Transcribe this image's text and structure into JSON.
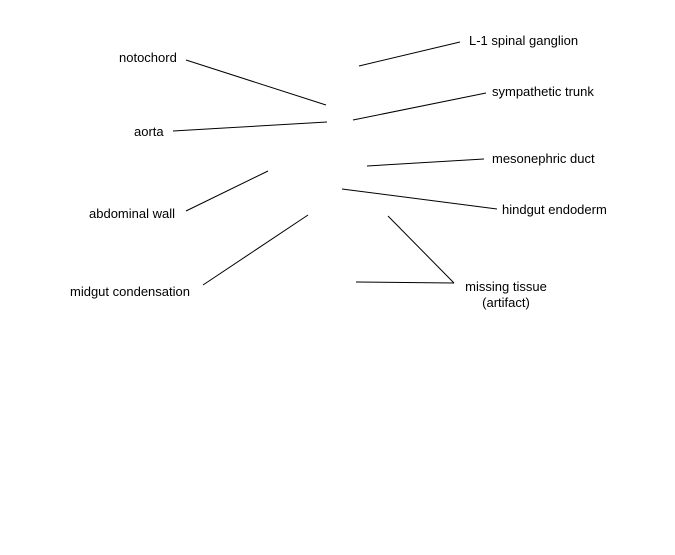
{
  "labels": {
    "notochord": "notochord",
    "aorta": "aorta",
    "abdominal_wall": "abdominal wall",
    "midgut_condensation": "midgut condensation",
    "l1_spinal_ganglion": "L-1 spinal ganglion",
    "sympathetic_trunk": "sympathetic trunk",
    "mesonephric_duct": "mesonephric duct",
    "hindgut_endoderm": "hindgut endoderm",
    "missing_tissue": "missing tissue",
    "missing_tissue_note": "(artifact)"
  },
  "colors": {
    "background": "#ffffff",
    "line": "#000000",
    "text": "#000000"
  }
}
